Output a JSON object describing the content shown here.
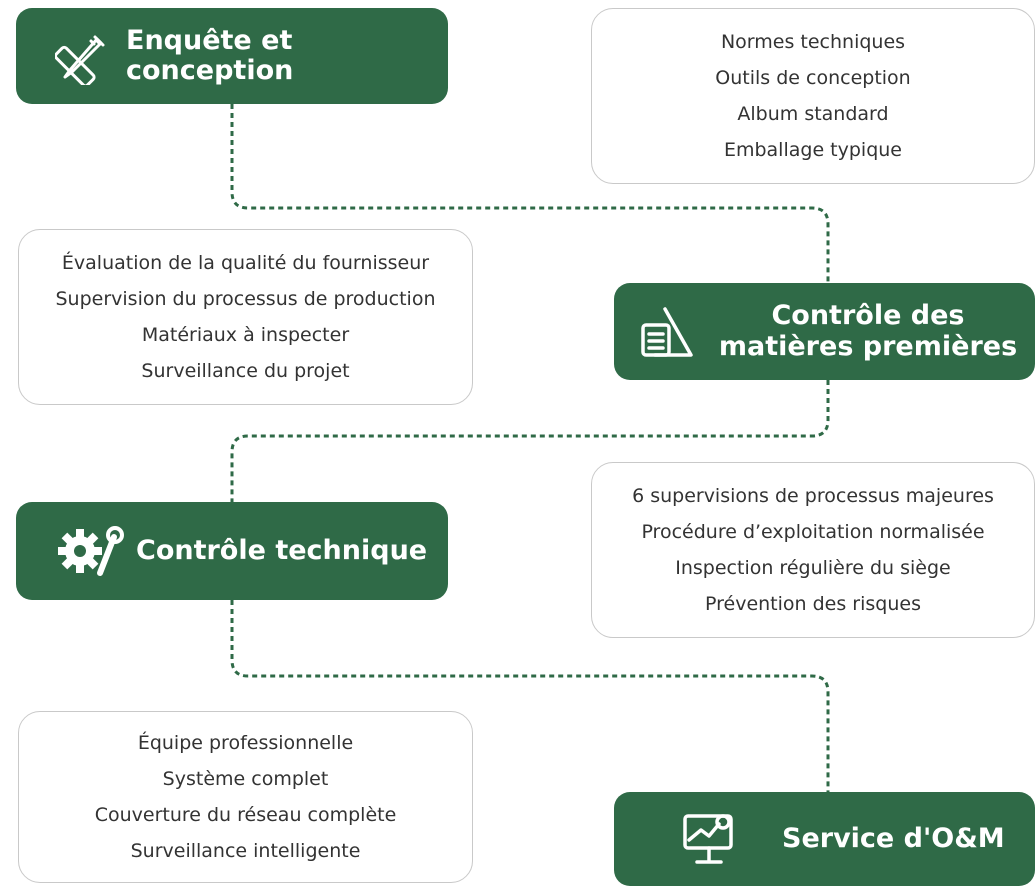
{
  "colors": {
    "stage_bg": "#2f6a47",
    "stage_text": "#ffffff",
    "connector": "#2f6a47",
    "box_border": "#c9c9c9",
    "box_text": "#333333"
  },
  "stages": [
    {
      "label": "Enquête et conception",
      "icon": "pencil-ruler-icon"
    },
    {
      "label": "Contrôle des matières premières",
      "icon": "document-warning-icon"
    },
    {
      "label": "Contrôle technique",
      "icon": "gear-wrench-icon"
    },
    {
      "label": "Service d'O&M",
      "icon": "monitor-chart-icon"
    }
  ],
  "details": [
    {
      "items": [
        "Normes techniques",
        "Outils de conception",
        "Album standard",
        "Emballage typique"
      ]
    },
    {
      "items": [
        "Évaluation de la qualité du fournisseur",
        "Supervision du processus de production",
        "Matériaux à inspecter",
        "Surveillance du projet"
      ]
    },
    {
      "items": [
        "6 supervisions de processus majeures",
        "Procédure d’exploitation normalisée",
        "Inspection régulière du siège",
        "Prévention des risques"
      ]
    },
    {
      "items": [
        "Équipe professionnelle",
        "Système complet",
        "Couverture du réseau complète",
        "Surveillance intelligente"
      ]
    }
  ]
}
